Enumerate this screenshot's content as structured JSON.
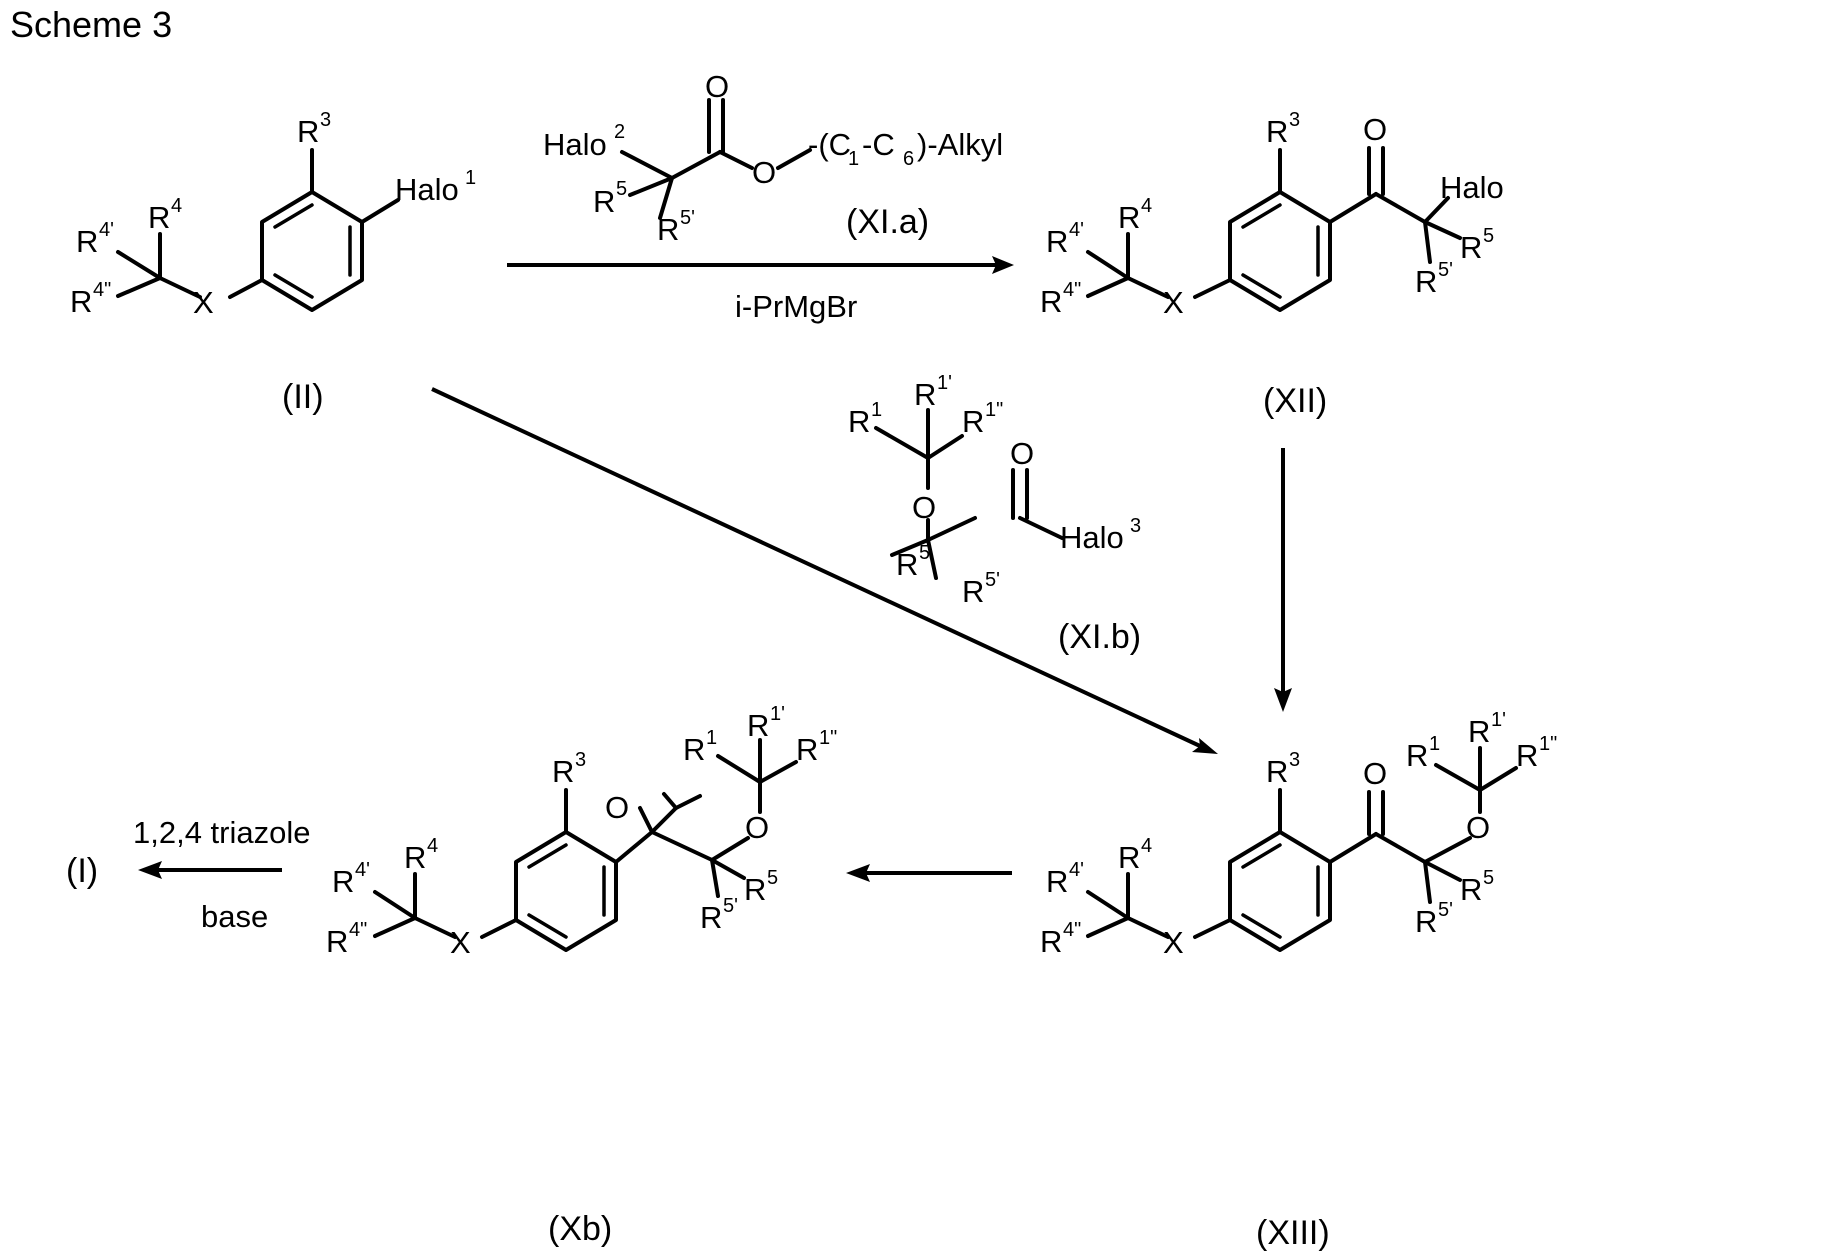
{
  "scheme": {
    "title": "Scheme 3"
  },
  "atoms": {
    "R": "R",
    "X": "X",
    "O": "O",
    "Halo": "Halo",
    "sup_1": "1",
    "sup_1p": "1'",
    "sup_1pp": "1\"",
    "sup_2": "2",
    "sup_3": "3",
    "sup_4": "4",
    "sup_4p": "4'",
    "sup_4pp": "4\"",
    "sup_5": "5",
    "sup_5p": "5'",
    "sup_6": "6"
  },
  "compounds": {
    "II": {
      "label": "(II)"
    },
    "XIa": {
      "label": "(XI.a)",
      "ester_chain": "-(C",
      "ester_mid": "-C",
      "ester_end": ")-Alkyl"
    },
    "XII": {
      "label": "(XII)"
    },
    "XIb": {
      "label": "(XI.b)"
    },
    "XIII": {
      "label": "(XIII)"
    },
    "Xb": {
      "label": "(Xb)"
    },
    "I": {
      "label": "(I)"
    }
  },
  "reagents": {
    "grignard": "i-PrMgBr",
    "triazole": "1,2,4 triazole",
    "base": "base"
  }
}
